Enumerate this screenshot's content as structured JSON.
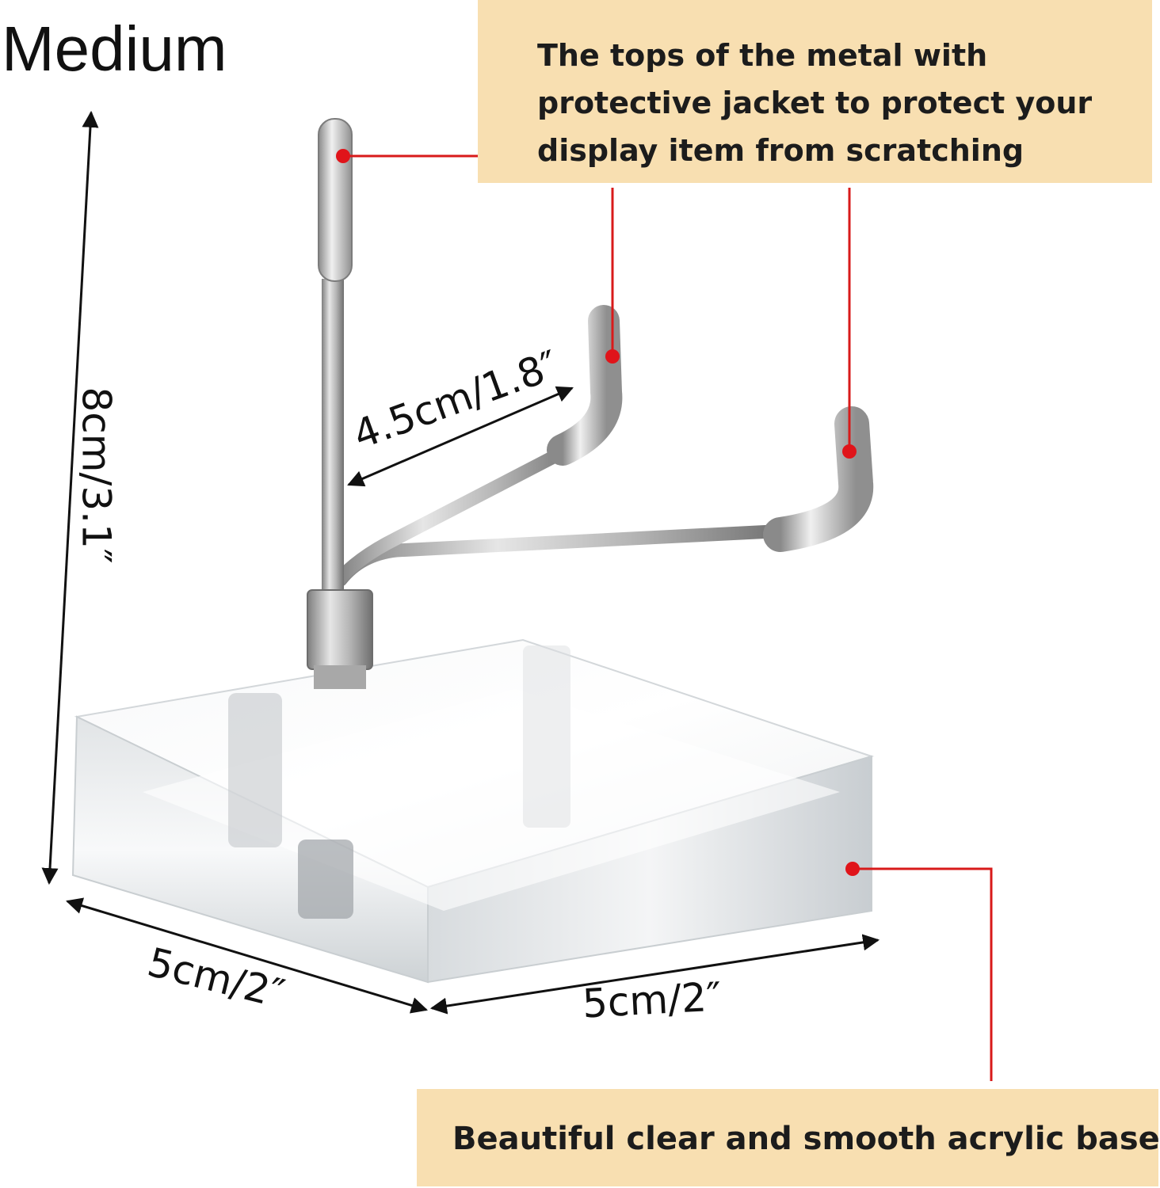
{
  "title": "Medium",
  "callouts": {
    "top": "The tops of the metal with protective jacket to protect your display item from scratching",
    "bottom": "Beautiful clear and smooth acrylic base"
  },
  "dimensions": {
    "height": "8cm/3.1″",
    "arm": "4.5cm/1.8″",
    "depth": "5cm/2″",
    "width": "5cm/2″"
  },
  "colors": {
    "callout_bg": "#f8dfb1",
    "leader": "#d81a1a",
    "metal": "#9a9a9a",
    "acrylic_edge": "#d9dde0"
  }
}
